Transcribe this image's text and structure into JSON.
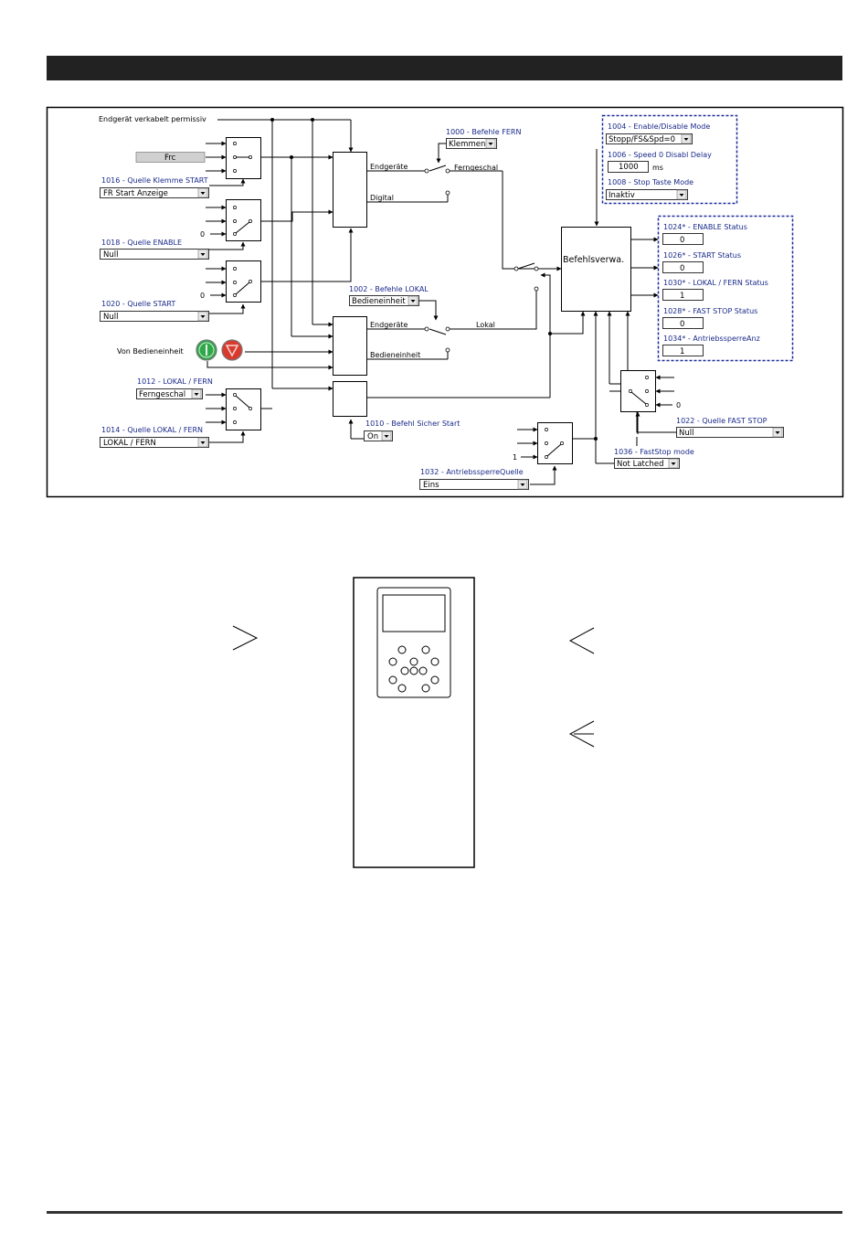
{
  "diagram": {
    "wire_labels": {
      "endgeraet_verkabelt": "Endgerät verkabelt permissiv",
      "endgeraete_top": "Endgeräte",
      "digital": "Digital",
      "ferngeschal": "Ferngeschal",
      "endgeraete_mid": "Endgeräte",
      "bedieneinheit": "Bedieneinheit",
      "lokal": "Lokal",
      "von_bedieneinheit": "Von Bedieneinheit",
      "befehlsverw": "Befehlsverwa."
    },
    "frc_button": "Frc",
    "zero_inputs": [
      "0",
      "0",
      "0"
    ],
    "one_input": "1",
    "params": {
      "p1000": {
        "label": "1000 - Befehle FERN",
        "value": "Klemmen"
      },
      "p1002": {
        "label": "1002 - Befehle LOKAL",
        "value": "Bedieneinheit"
      },
      "p1004": {
        "label": "1004 - Enable/Disable Mode",
        "value": "Stopp/FS&Spd=0"
      },
      "p1006": {
        "label": "1006 - Speed 0 Disabl Delay",
        "value": "1000",
        "unit": "ms"
      },
      "p1008": {
        "label": "1008 - Stop Taste Mode",
        "value": "Inaktiv"
      },
      "p1010": {
        "label": "1010 - Befehl Sicher Start",
        "value": "On"
      },
      "p1012": {
        "label": "1012 - LOKAL / FERN",
        "value": "Ferngeschal"
      },
      "p1014": {
        "label": "1014 - Quelle LOKAL / FERN",
        "value": "LOKAL / FERN"
      },
      "p1016": {
        "label": "1016 - Quelle Klemme START",
        "value": "FR Start Anzeige"
      },
      "p1018": {
        "label": "1018 - Quelle ENABLE",
        "value": "Null"
      },
      "p1020": {
        "label": "1020 - Quelle START",
        "value": "Null"
      },
      "p1022": {
        "label": "1022 - Quelle FAST STOP",
        "value": "Null"
      },
      "p1032": {
        "label": "1032 - AntriebssperreQuelle",
        "value": "Eins"
      },
      "p1036": {
        "label": "1036 - FastStop mode",
        "value": "Not Latched"
      }
    },
    "status": [
      {
        "label": "1024* - ENABLE Status",
        "value": "0"
      },
      {
        "label": "1026* - START Status",
        "value": "0"
      },
      {
        "label": "1030* - LOKAL / FERN Status",
        "value": "1"
      },
      {
        "label": "1028* - FAST STOP Status",
        "value": "0"
      },
      {
        "label": "1034* - AntriebssperreAnz",
        "value": "1"
      }
    ]
  },
  "colors": {
    "header": "#222222",
    "param_blue": "#1a2a8a",
    "dashed_border": "#1a2a9a",
    "run_green": "#2fa84a",
    "stop_red": "#d83a2e"
  },
  "icons": [
    "run-icon",
    "stop-icon",
    "chevron-right-icon",
    "chevron-left-icon",
    "double-chevron-left-icon",
    "keypad-icon"
  ]
}
